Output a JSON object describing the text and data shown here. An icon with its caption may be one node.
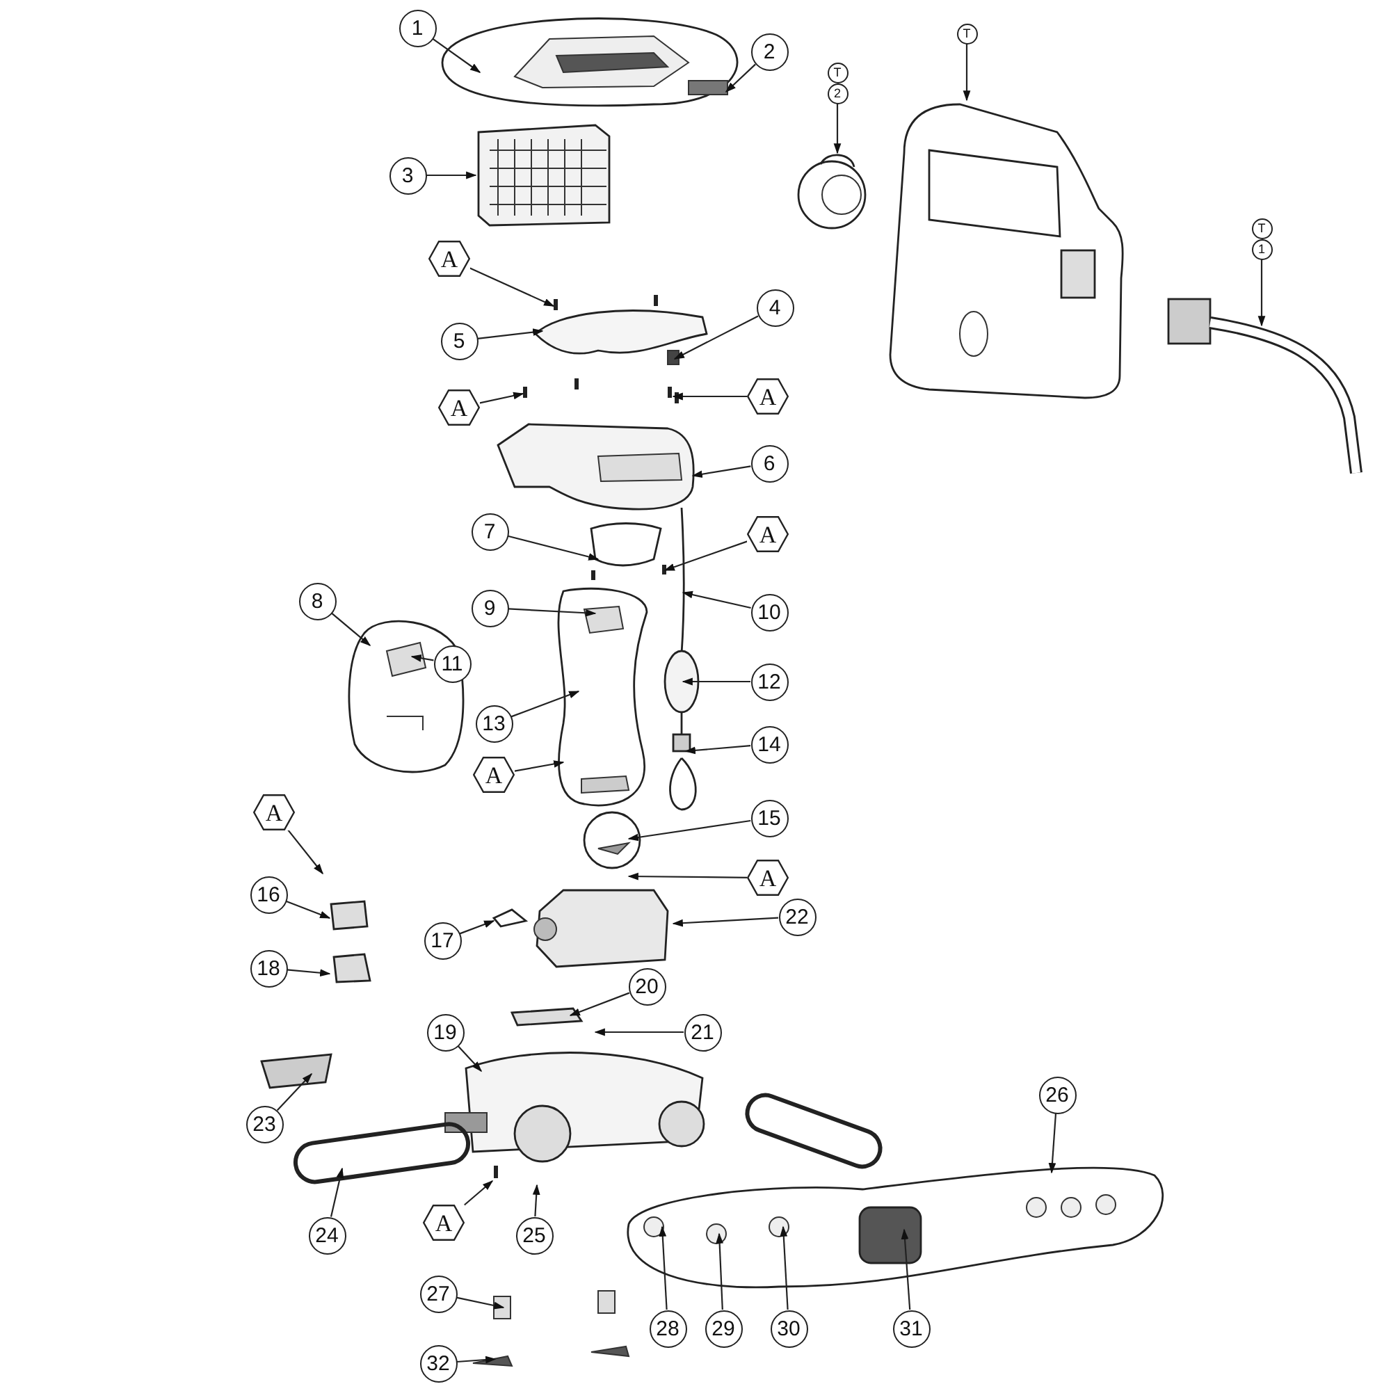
{
  "diagram": {
    "nodes": [
      {
        "text": [
          "1"
        ]
      },
      {
        "text": [
          "T"
        ]
      },
      {
        "text": [
          "2"
        ]
      },
      {
        "text": [
          "T"
        ]
      },
      {
        "text": [
          "2"
        ]
      },
      {
        "text": [
          "3"
        ]
      },
      {
        "text": [
          "T"
        ]
      },
      {
        "text": [
          "1"
        ]
      },
      {
        "text": [
          "A"
        ]
      },
      {
        "text": [
          "4"
        ]
      },
      {
        "text": [
          "5"
        ]
      },
      {
        "text": [
          "A"
        ]
      },
      {
        "text": [
          "A"
        ]
      },
      {
        "text": [
          "6"
        ]
      },
      {
        "text": [
          "7"
        ]
      },
      {
        "text": [
          "A"
        ]
      },
      {
        "text": [
          "8"
        ]
      },
      {
        "text": [
          "9"
        ]
      },
      {
        "text": [
          "10"
        ]
      },
      {
        "text": [
          "11"
        ]
      },
      {
        "text": [
          "12"
        ]
      },
      {
        "text": [
          "13"
        ]
      },
      {
        "text": [
          "14"
        ]
      },
      {
        "text": [
          "A"
        ]
      },
      {
        "text": [
          "A"
        ]
      },
      {
        "text": [
          "15"
        ]
      },
      {
        "text": [
          "A"
        ]
      },
      {
        "text": [
          "16"
        ]
      },
      {
        "text": [
          "22"
        ]
      },
      {
        "text": [
          "17"
        ]
      },
      {
        "text": [
          "18"
        ]
      },
      {
        "text": [
          "20"
        ]
      },
      {
        "text": [
          "19"
        ]
      },
      {
        "text": [
          "21"
        ]
      },
      {
        "text": [
          "26"
        ]
      },
      {
        "text": [
          "23"
        ]
      },
      {
        "text": [
          "A"
        ]
      },
      {
        "text": [
          "24"
        ]
      },
      {
        "text": [
          "25"
        ]
      },
      {
        "text": [
          "27"
        ]
      },
      {
        "text": [
          "28"
        ]
      },
      {
        "text": [
          "29"
        ]
      },
      {
        "text": [
          "30"
        ]
      },
      {
        "text": [
          "31"
        ]
      },
      {
        "text": [
          "32"
        ]
      }
    ],
    "edges": [
      {
        "from": 0,
        "to": null,
        "arrow": "to"
      },
      {
        "from": 1,
        "to": null,
        "arrow": "to"
      },
      {
        "from": 2,
        "to": null,
        "arrow": "to"
      },
      {
        "from": 4,
        "to": null,
        "arrow": "to"
      },
      {
        "from": 5,
        "to": null,
        "arrow": "to"
      },
      {
        "from": 7,
        "to": null,
        "arrow": "to"
      },
      {
        "from": 8,
        "to": null,
        "arrow": "to"
      },
      {
        "from": 9,
        "to": null,
        "arrow": "to"
      },
      {
        "from": 10,
        "to": null,
        "arrow": "to"
      },
      {
        "from": 11,
        "to": null,
        "arrow": "to"
      },
      {
        "from": 12,
        "to": null,
        "arrow": "to"
      },
      {
        "from": 13,
        "to": null,
        "arrow": "to"
      },
      {
        "from": 14,
        "to": null,
        "arrow": "to"
      },
      {
        "from": 15,
        "to": null,
        "arrow": "to"
      },
      {
        "from": 16,
        "to": null,
        "arrow": "to"
      },
      {
        "from": 17,
        "to": null,
        "arrow": "to"
      },
      {
        "from": 18,
        "to": null,
        "arrow": "to"
      },
      {
        "from": 19,
        "to": null,
        "arrow": "to"
      },
      {
        "from": 20,
        "to": null,
        "arrow": "to"
      },
      {
        "from": 21,
        "to": null,
        "arrow": "to"
      },
      {
        "from": 22,
        "to": null,
        "arrow": "to"
      },
      {
        "from": 23,
        "to": null,
        "arrow": "to"
      },
      {
        "from": 24,
        "to": null,
        "arrow": "to"
      },
      {
        "from": 25,
        "to": null,
        "arrow": "to"
      },
      {
        "from": 26,
        "to": null,
        "arrow": "to"
      },
      {
        "from": 27,
        "to": null,
        "arrow": "to"
      },
      {
        "from": 28,
        "to": null,
        "arrow": "to"
      },
      {
        "from": 29,
        "to": null,
        "arrow": "to"
      },
      {
        "from": 30,
        "to": null,
        "arrow": "to"
      },
      {
        "from": 31,
        "to": null,
        "arrow": "to"
      },
      {
        "from": 32,
        "to": null,
        "arrow": "to"
      },
      {
        "from": 33,
        "to": null,
        "arrow": "to"
      },
      {
        "from": 34,
        "to": null,
        "arrow": "to"
      },
      {
        "from": 35,
        "to": null,
        "arrow": "to"
      },
      {
        "from": 36,
        "to": null,
        "arrow": "to"
      },
      {
        "from": 37,
        "to": null,
        "arrow": "to"
      },
      {
        "from": 38,
        "to": null,
        "arrow": "to"
      },
      {
        "from": 39,
        "to": null,
        "arrow": "to"
      },
      {
        "from": 40,
        "to": null,
        "arrow": "to"
      },
      {
        "from": 41,
        "to": null,
        "arrow": "to"
      },
      {
        "from": 42,
        "to": null,
        "arrow": "to"
      },
      {
        "from": 43,
        "to": null,
        "arrow": "to"
      },
      {
        "from": 44,
        "to": null,
        "arrow": "to"
      }
    ]
  }
}
